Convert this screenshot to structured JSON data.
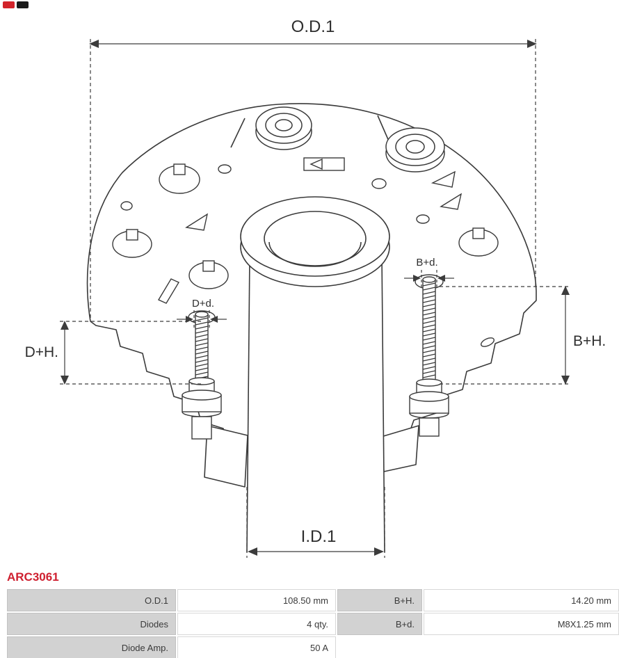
{
  "part_number": "ARC3061",
  "diagram": {
    "labels": {
      "od1": "O.D.1",
      "id1": "I.D.1",
      "dh": "D+H.",
      "bh": "B+H.",
      "dd": "D+d.",
      "bd": "B+d."
    }
  },
  "specs": {
    "rows": [
      {
        "label1": "O.D.1",
        "value1": "108.50 mm",
        "label2": "B+H.",
        "value2": "14.20 mm"
      },
      {
        "label1": "Diodes",
        "value1": "4 qty.",
        "label2": "B+d.",
        "value2": "M8X1.25 mm"
      },
      {
        "label1": "Diode Amp.",
        "value1": "50 A",
        "label2": "",
        "value2": ""
      }
    ]
  },
  "colors": {
    "accent_red": "#cf2030",
    "line": "#3a3a3a",
    "table_label_bg": "#d2d2d2",
    "table_border": "#c2c2c2"
  }
}
